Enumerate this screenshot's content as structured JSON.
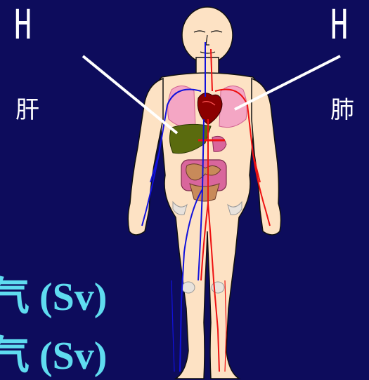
{
  "slide": {
    "h_left": "H",
    "h_right": "H",
    "label_left": "肝",
    "label_right": "肺",
    "sv_line_1": "气 (Sv)",
    "sv_line_2": "气 (Sv)"
  },
  "colors": {
    "background": "#0d0c5c",
    "skin": "#fde2c4",
    "artery": "#ee1111",
    "vein": "#1111dd",
    "label_text": "#ffffff",
    "sv_text": "#5fdcf0",
    "liver": "#5a6b0e",
    "lungs": "#f4a6c4",
    "heart": "#8b0000",
    "intestine": "#d9669c"
  }
}
